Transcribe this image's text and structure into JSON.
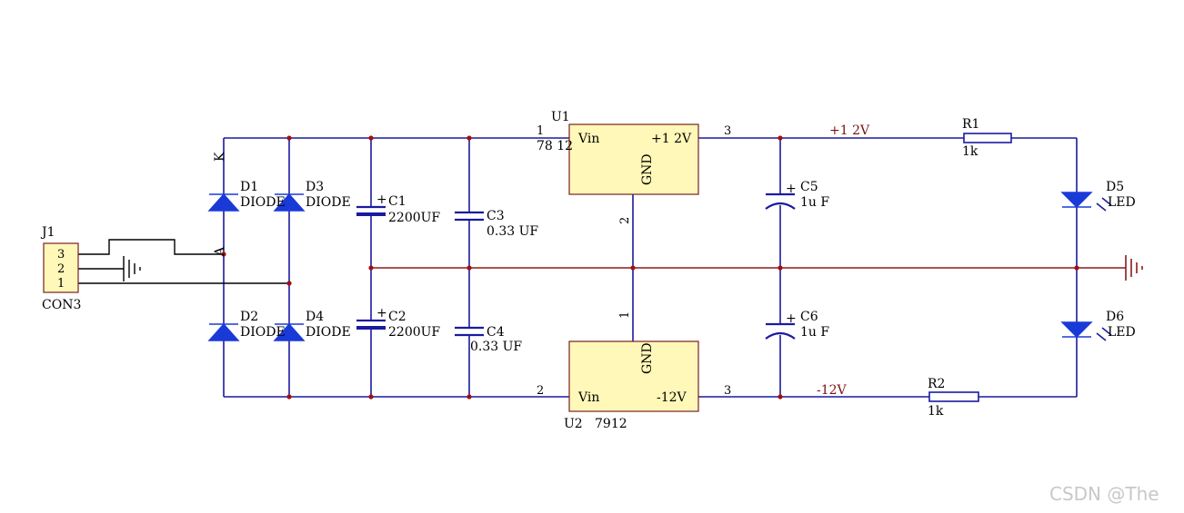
{
  "connector": {
    "ref": "J1",
    "type": "CON3",
    "pins": [
      "3",
      "2",
      "1"
    ]
  },
  "bridge": {
    "pin_k": "K",
    "pin_a": "A",
    "diodes": [
      {
        "ref": "D1",
        "value": "DIODE"
      },
      {
        "ref": "D2",
        "value": "DIODE"
      },
      {
        "ref": "D3",
        "value": "DIODE"
      },
      {
        "ref": "D4",
        "value": "DIODE"
      }
    ]
  },
  "capacitors": [
    {
      "ref": "C1",
      "value": "2200UF"
    },
    {
      "ref": "C2",
      "value": "2200UF"
    },
    {
      "ref": "C3",
      "value": "0.33 UF"
    },
    {
      "ref": "C4",
      "value": "0.33 UF"
    },
    {
      "ref": "C5",
      "value": "1u F"
    },
    {
      "ref": "C6",
      "value": "1u F"
    }
  ],
  "cap_polarity": "+",
  "regulators": [
    {
      "ref": "U1",
      "part": "78 12",
      "pin_in": "Vin",
      "pin_out": "+1 2V",
      "pin_gnd": "GND",
      "num_in": "1",
      "num_out": "3",
      "num_gnd": "2"
    },
    {
      "ref": "U2",
      "part": "7912",
      "pin_in": "Vin",
      "pin_out": "-12V",
      "pin_gnd": "GND",
      "num_in": "2",
      "num_out": "3",
      "num_gnd": "1"
    }
  ],
  "nets": {
    "pos": "+1 2V",
    "neg": "-12V"
  },
  "resistors": [
    {
      "ref": "R1",
      "value": "1k"
    },
    {
      "ref": "R2",
      "value": "1k"
    }
  ],
  "leds": [
    {
      "ref": "D5",
      "value": "LED"
    },
    {
      "ref": "D6",
      "value": "LED"
    }
  ],
  "watermark": "CSDN @The",
  "colors": {
    "wire": "#1a1aa0",
    "ground_net": "#8a1a1a",
    "junction": "#a01010",
    "ic_fill": "#fff8b8",
    "diode": "#1a3ad8"
  },
  "icons": [
    "ground-symbol-icon",
    "diode-icon",
    "led-icon",
    "capacitor-icon",
    "resistor-icon"
  ]
}
